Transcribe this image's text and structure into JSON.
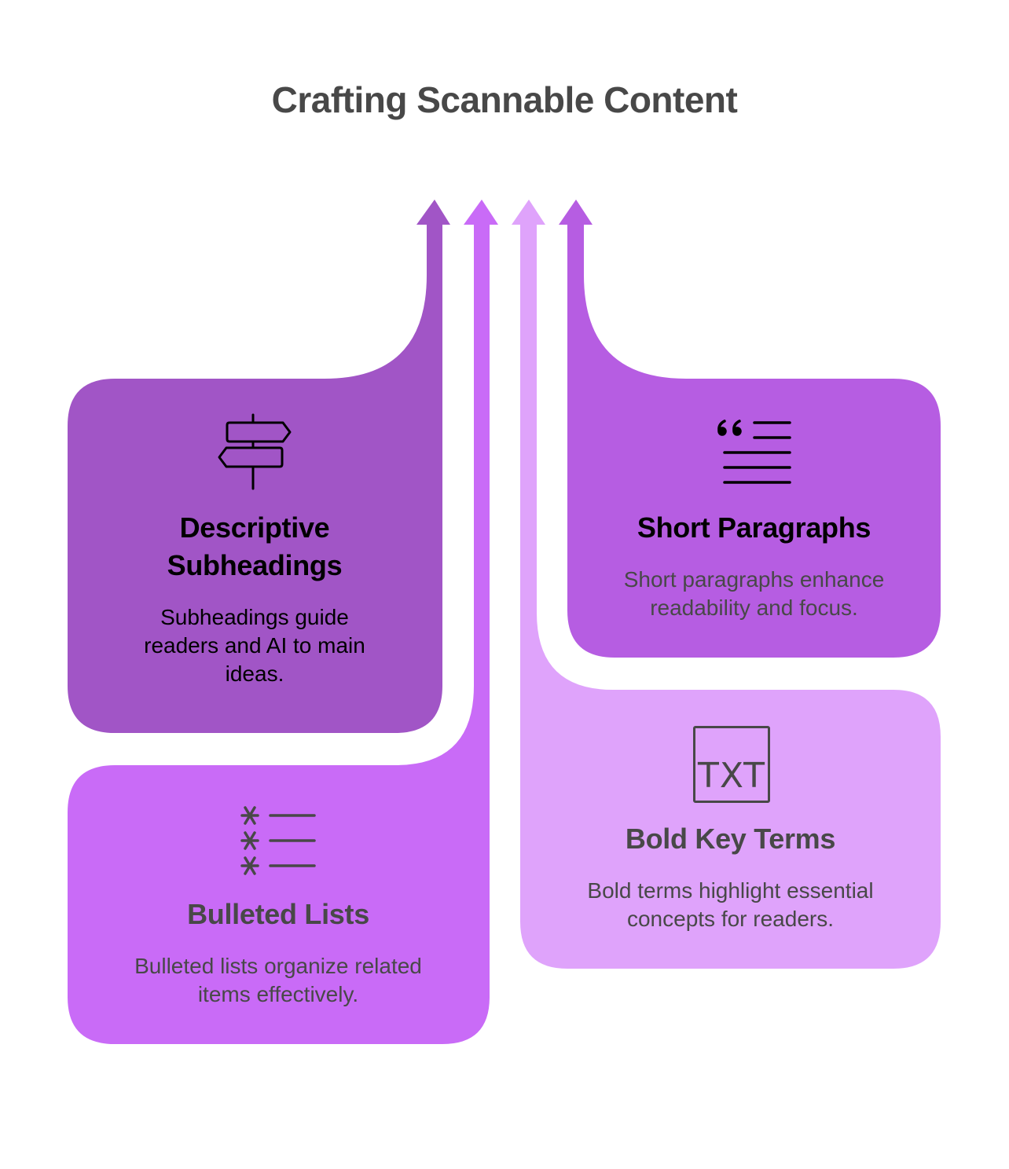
{
  "title": "Crafting Scannable Content",
  "colors": {
    "card_descriptive": "#a155c6",
    "card_bulleted": "#c96bf7",
    "card_bold": "#dfa3fb",
    "card_short": "#b65de2",
    "text_dark": "#000000",
    "text_gray": "#484848"
  },
  "cards": [
    {
      "id": "descriptive-subheadings",
      "icon": "signpost-icon",
      "title_lines": [
        "Descriptive",
        "Subheadings"
      ],
      "description_lines": [
        "Subheadings guide",
        "readers and AI to main",
        "ideas."
      ]
    },
    {
      "id": "short-paragraphs",
      "icon": "quote-paragraph-icon",
      "title_lines": [
        "Short Paragraphs"
      ],
      "description_lines": [
        "Short paragraphs enhance",
        "readability and focus."
      ]
    },
    {
      "id": "bulleted-lists",
      "icon": "bulleted-list-icon",
      "title_lines": [
        "Bulleted Lists"
      ],
      "description_lines": [
        "Bulleted lists organize related",
        "items effectively."
      ]
    },
    {
      "id": "bold-key-terms",
      "icon": "txt-file-icon",
      "icon_text": "TXT",
      "title_lines": [
        "Bold Key Terms"
      ],
      "description_lines": [
        "Bold terms highlight essential",
        "concepts for readers."
      ]
    }
  ]
}
